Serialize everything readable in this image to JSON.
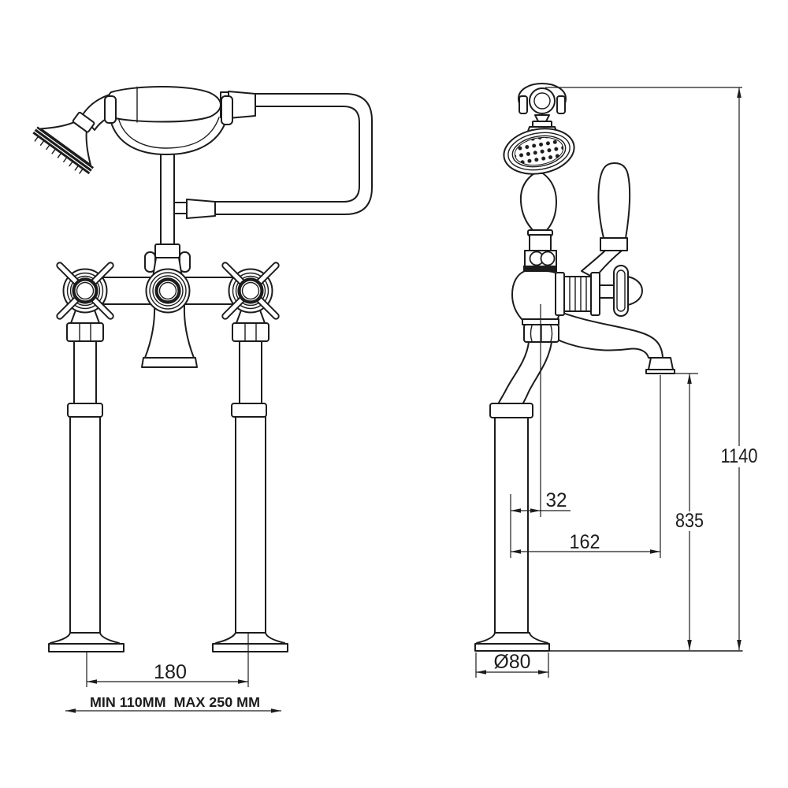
{
  "page": {
    "background": "#ffffff",
    "line_color": "#1c1c1c",
    "content": "technical drawing of freestanding bath shower mixer, front view and side view"
  },
  "dimensions": {
    "leg_spacing": "180",
    "adjustable_range": "MIN 110MM  MAX 250 MM",
    "spout_offset": "32",
    "spout_reach": "162",
    "spout_height": "835",
    "overall_height": "1140",
    "base_diameter": "Ø80"
  }
}
